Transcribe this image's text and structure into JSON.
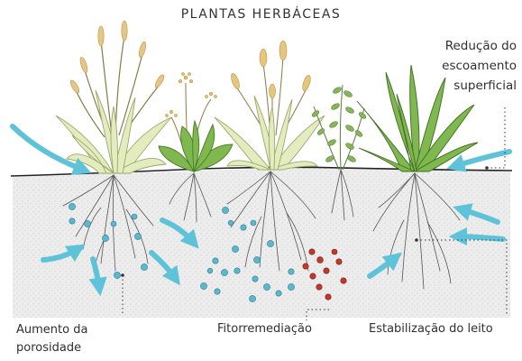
{
  "title": "PLANTAS HERBÁCEAS",
  "labels": {
    "runoff_line1": "Redução do",
    "runoff_line2": "escoamento",
    "runoff_line3": "superficial",
    "porosity_line1": "Aumento da",
    "porosity_line2": "porosidade",
    "phyto": "Fitorremediação",
    "bed": "Estabilização do leito"
  },
  "colors": {
    "soil": "#ececec",
    "arrow": "#5ec3d8",
    "particle_blue": "#5bb8cc",
    "particle_red": "#c0392b",
    "leaf_pale": "#e4ecbf",
    "leaf_green": "#7fb84e",
    "flower": "#e7c88a"
  }
}
